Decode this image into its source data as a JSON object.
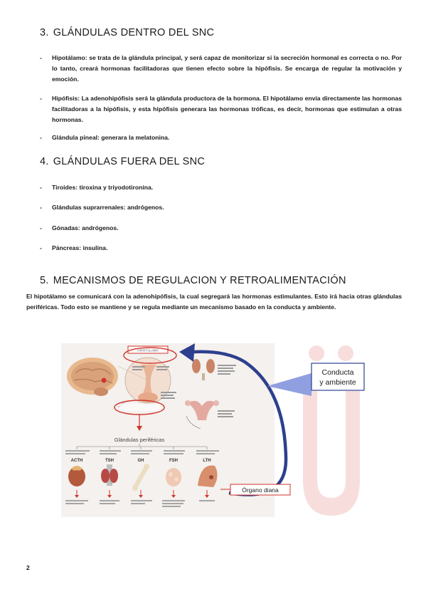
{
  "section3": {
    "number": "3.",
    "title": "GLÁNDULAS DENTRO DEL SNC",
    "items": [
      {
        "term": "Hipotálamo:",
        "text": " se trata de la glándula principal, y será capaz de monitorizar si la secreción hormonal es correcta o no. Por lo tanto, creará hormonas facilitadoras que tienen efecto sobre la hipófisis. Se encarga de regular la motivación y emoción."
      },
      {
        "term": "Hipófisis:",
        "text": " La adenohipófisis será la glándula productora de la hormona. El hipotálamo envía directamente las hormonas facilitadoras a la hipófisis, y esta hipófisis generara las hormonas tróficas, es decir, hormonas que estimulan a otras hormonas."
      },
      {
        "term": "Glándula pineal:",
        "text": " generara la melatonina."
      }
    ]
  },
  "section4": {
    "number": "4.",
    "title": "GLÁNDULAS FUERA DEL SNC",
    "items": [
      {
        "text": "Tiroides: tiroxina y triyodotironina."
      },
      {
        "text": "Glándulas suprarrenales: andrógenos."
      },
      {
        "text": "Gónadas: andrógenos."
      },
      {
        "text": "Páncreas: insulina."
      }
    ]
  },
  "section5": {
    "number": "5.",
    "title": "MECANISMOS DE REGULACION Y RETROALIMENTACIÓN",
    "paragraph": "El hipotálamo se comunicará con la adenohipófisis, la cual segregará las hormonas estimulantes. Esto irá hacia otras glándulas periféricas. Todo esto se mantiene y se regula mediante un mecanismo basado en la conducta y ambiente."
  },
  "figure": {
    "callout_conducta_line1": "Conducta",
    "callout_conducta_line2": "y ambiente",
    "callout_organo": "Órgano diana",
    "label_glandulas": "Glándulas periféricas",
    "top_box": "HIPOTÁLAMO",
    "hormones": [
      "ACTH",
      "TSH",
      "GH",
      "FSH",
      "LTH"
    ],
    "accent_red": "#d0342c",
    "arrow_blue": "#2d3f8e"
  },
  "dash": "-",
  "page_number": "2"
}
